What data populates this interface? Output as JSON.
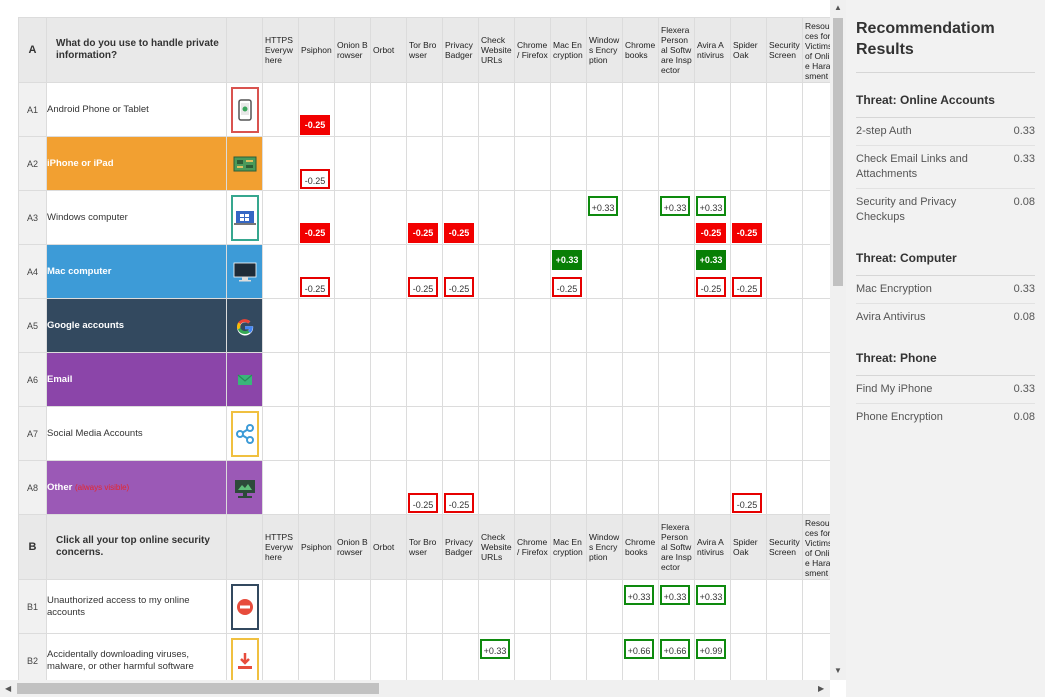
{
  "colors": {
    "orange": "#f2a031",
    "teal": "#33495f",
    "blue": "#3d9bd7",
    "purple": "#8b45a9",
    "purple2": "#9b59b6",
    "red": "#f20000",
    "green": "#087f05"
  },
  "columns": [
    {
      "id": "https",
      "label": "HTTPS Everywhere"
    },
    {
      "id": "psiphon",
      "label": "Psiphon"
    },
    {
      "id": "onion",
      "label": "Onion Browser"
    },
    {
      "id": "orbot",
      "label": "Orbot"
    },
    {
      "id": "tor",
      "label": "Tor Browser"
    },
    {
      "id": "privacy",
      "label": "Privacy Badger"
    },
    {
      "id": "check",
      "label": "Check Website URLs"
    },
    {
      "id": "chrome",
      "label": "Chrome / Firefox"
    },
    {
      "id": "macenc",
      "label": "Mac Encryption"
    },
    {
      "id": "winenc",
      "label": "Windows Encryption"
    },
    {
      "id": "chromebooks",
      "label": "Chromebooks"
    },
    {
      "id": "flexera",
      "label": "Flexera Personal Software Inspector"
    },
    {
      "id": "avira",
      "label": "Avira Antivirus"
    },
    {
      "id": "spider",
      "label": "Spider Oak"
    },
    {
      "id": "security",
      "label": "Security Screen"
    },
    {
      "id": "resources",
      "label": "Resources for Victims of Online Harassment"
    }
  ],
  "sections": [
    {
      "id": "A",
      "question": "What do you use to handle private information?",
      "rows": [
        {
          "id": "A1",
          "label": "Android Phone or Tablet",
          "bg": "#ffffff",
          "white": false,
          "icon": "android-phone-icon",
          "iconBorder": "#d9534f",
          "iconBg": "#ffffff",
          "scores": [
            {
              "col": 1,
              "pos": "bot",
              "val": "-0.25",
              "style": "red"
            }
          ]
        },
        {
          "id": "A2",
          "label": "iPhone or iPad",
          "bg": "#f2a031",
          "white": true,
          "icon": "circuit-board-icon",
          "iconBorder": "",
          "iconBg": "#f2a031",
          "scores": [
            {
              "col": 1,
              "pos": "bot",
              "val": "-0.25",
              "style": "redo"
            }
          ]
        },
        {
          "id": "A3",
          "label": "Windows computer",
          "bg": "#ffffff",
          "white": false,
          "icon": "windows-laptop-icon",
          "iconBorder": "#36a78f",
          "iconBg": "#ffffff",
          "scores": [
            {
              "col": 1,
              "pos": "bot",
              "val": "-0.25",
              "style": "red"
            },
            {
              "col": 4,
              "pos": "bot",
              "val": "-0.25",
              "style": "red"
            },
            {
              "col": 5,
              "pos": "bot",
              "val": "-0.25",
              "style": "red"
            },
            {
              "col": 9,
              "pos": "top",
              "val": "+0.33",
              "style": "greeno"
            },
            {
              "col": 11,
              "pos": "top",
              "val": "+0.33",
              "style": "greeno"
            },
            {
              "col": 12,
              "pos": "top",
              "val": "+0.33",
              "style": "greeno"
            },
            {
              "col": 12,
              "pos": "bot",
              "val": "-0.25",
              "style": "red"
            },
            {
              "col": 13,
              "pos": "bot",
              "val": "-0.25",
              "style": "red"
            }
          ]
        },
        {
          "id": "A4",
          "label": "Mac computer",
          "bg": "#3d9bd7",
          "white": true,
          "icon": "monitor-icon",
          "iconBorder": "",
          "iconBg": "#3d9bd7",
          "scores": [
            {
              "col": 1,
              "pos": "bot",
              "val": "-0.25",
              "style": "redo"
            },
            {
              "col": 4,
              "pos": "bot",
              "val": "-0.25",
              "style": "redo"
            },
            {
              "col": 5,
              "pos": "bot",
              "val": "-0.25",
              "style": "redo"
            },
            {
              "col": 8,
              "pos": "top",
              "val": "+0.33",
              "style": "green"
            },
            {
              "col": 8,
              "pos": "bot",
              "val": "-0.25",
              "style": "redo"
            },
            {
              "col": 12,
              "pos": "top",
              "val": "+0.33",
              "style": "green"
            },
            {
              "col": 12,
              "pos": "bot",
              "val": "-0.25",
              "style": "redo"
            },
            {
              "col": 13,
              "pos": "bot",
              "val": "-0.25",
              "style": "redo"
            }
          ]
        },
        {
          "id": "A5",
          "label": "Google accounts",
          "bg": "#33495f",
          "white": true,
          "icon": "google-icon",
          "iconBorder": "",
          "iconBg": "#33495f",
          "scores": []
        },
        {
          "id": "A6",
          "label": "Email",
          "bg": "#8b45a9",
          "white": true,
          "icon": "envelope-icon",
          "iconBorder": "",
          "iconBg": "#8b45a9",
          "scores": []
        },
        {
          "id": "A7",
          "label": "Social Media Accounts",
          "bg": "#ffffff",
          "white": false,
          "icon": "share-icon",
          "iconBorder": "#f0c040",
          "iconBg": "#ffffff",
          "scores": []
        },
        {
          "id": "A8",
          "label": "Other",
          "note": "(always visible)",
          "bg": "#9b59b6",
          "white": true,
          "icon": "folder-network-icon",
          "iconBorder": "",
          "iconBg": "#9b59b6",
          "scores": [
            {
              "col": 4,
              "pos": "bot",
              "val": "-0.25",
              "style": "redo"
            },
            {
              "col": 5,
              "pos": "bot",
              "val": "-0.25",
              "style": "redo"
            },
            {
              "col": 13,
              "pos": "bot",
              "val": "-0.25",
              "style": "redo"
            }
          ]
        }
      ]
    },
    {
      "id": "B",
      "question": "Click all your top online security concerns.",
      "rows": [
        {
          "id": "B1",
          "label": "Unauthorized access to my online accounts",
          "bg": "#ffffff",
          "white": false,
          "icon": "no-entry-icon",
          "iconBorder": "#33495f",
          "iconBg": "#ffffff",
          "scores": [
            {
              "col": 10,
              "pos": "top",
              "val": "+0.33",
              "style": "greeno"
            },
            {
              "col": 11,
              "pos": "top",
              "val": "+0.33",
              "style": "greeno"
            },
            {
              "col": 12,
              "pos": "top",
              "val": "+0.33",
              "style": "greeno"
            }
          ]
        },
        {
          "id": "B2",
          "label": "Accidentally downloading viruses, malware, or other harmful software",
          "bg": "#ffffff",
          "white": false,
          "icon": "download-icon",
          "iconBorder": "#f0c040",
          "iconBg": "#ffffff",
          "scores": [
            {
              "col": 6,
              "pos": "top",
              "val": "+0.33",
              "style": "greeno"
            },
            {
              "col": 10,
              "pos": "top",
              "val": "+0.66",
              "style": "greeno"
            },
            {
              "col": 11,
              "pos": "top",
              "val": "+0.66",
              "style": "greeno"
            },
            {
              "col": 12,
              "pos": "top",
              "val": "+0.99",
              "style": "greeno"
            }
          ]
        }
      ]
    }
  ],
  "panel": {
    "title": "Recommendatiom Results",
    "threats": [
      {
        "name": "Threat: Online Accounts",
        "items": [
          {
            "name": "2-step Auth",
            "score": "0.33"
          },
          {
            "name": "Check Email Links and Attachments",
            "score": "0.33"
          },
          {
            "name": "Security and Privacy Checkups",
            "score": "0.08"
          }
        ]
      },
      {
        "name": "Threat: Computer",
        "items": [
          {
            "name": "Mac Encryption",
            "score": "0.33"
          },
          {
            "name": "Avira Antivirus",
            "score": "0.08"
          }
        ]
      },
      {
        "name": "Threat: Phone",
        "items": [
          {
            "name": "Find My iPhone",
            "score": "0.33"
          },
          {
            "name": "Phone Encryption",
            "score": "0.08"
          }
        ]
      }
    ]
  }
}
